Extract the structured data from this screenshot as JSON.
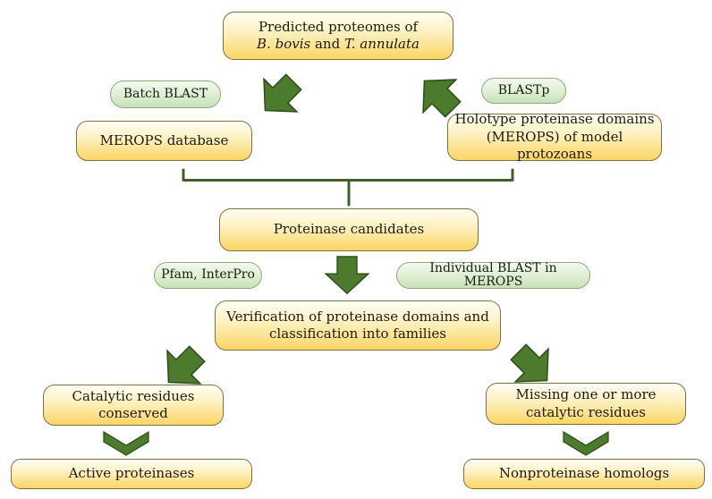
{
  "figure": {
    "type": "flowchart",
    "background": "#ffffff"
  },
  "colors": {
    "box_border": "#7e7245",
    "box_fill_top": "#fffef6",
    "box_fill_bottom": "#fbd563",
    "pill_border": "#93a97b",
    "pill_fill_top": "#f3f9f0",
    "pill_fill_bottom": "#c7e0b8",
    "arrow_fill": "#4d7b2d",
    "arrow_stroke": "#2e4a1a",
    "bracket_stroke": "#44602a",
    "text": "#1d1b15"
  },
  "nodes": {
    "predicted_proteomes": {
      "line1": "Predicted proteomes of",
      "species1": "B. bovis",
      "conj": " and ",
      "species2": "T. annulata"
    },
    "merops_database": "MEROPS database",
    "holotype": {
      "lines": [
        "Holotype proteinase domains",
        "(MEROPS) of model protozoans"
      ]
    },
    "proteinase_candidates": "Proteinase candidates",
    "verification": {
      "lines": [
        "Verification of proteinase domains and",
        "classification into families"
      ]
    },
    "catalytic_conserved": {
      "lines": [
        "Catalytic residues",
        "conserved"
      ]
    },
    "active_proteinases": "Active proteinases",
    "missing_residues": {
      "lines": [
        "Missing one or more",
        "catalytic residues"
      ]
    },
    "nonproteinase_homologs": "Nonproteinase homologs"
  },
  "labels": {
    "batch_blast": "Batch BLAST",
    "blastp": "BLASTp",
    "pfam_interpro": "Pfam, InterPro",
    "individual_blast": "Individual BLAST in MEROPS"
  }
}
